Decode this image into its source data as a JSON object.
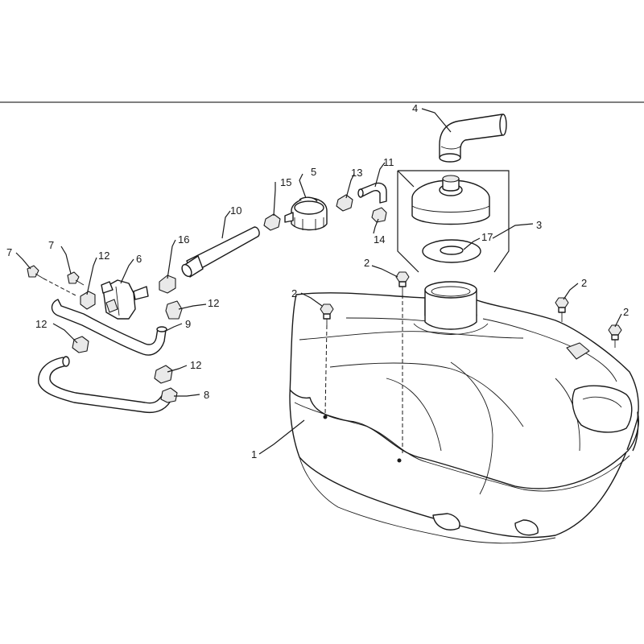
{
  "callouts": {
    "c1": "1",
    "c2a": "2",
    "c2b": "2",
    "c2c": "2",
    "c2d": "2",
    "c3": "3",
    "c4": "4",
    "c5": "5",
    "c6": "6",
    "c7a": "7",
    "c7b": "7",
    "c8": "8",
    "c9": "9",
    "c10": "10",
    "c11": "11",
    "c12a": "12",
    "c12b": "12",
    "c12c": "12",
    "c12d": "12",
    "c13": "13",
    "c14": "14",
    "c15": "15",
    "c16": "16",
    "c17": "17"
  }
}
